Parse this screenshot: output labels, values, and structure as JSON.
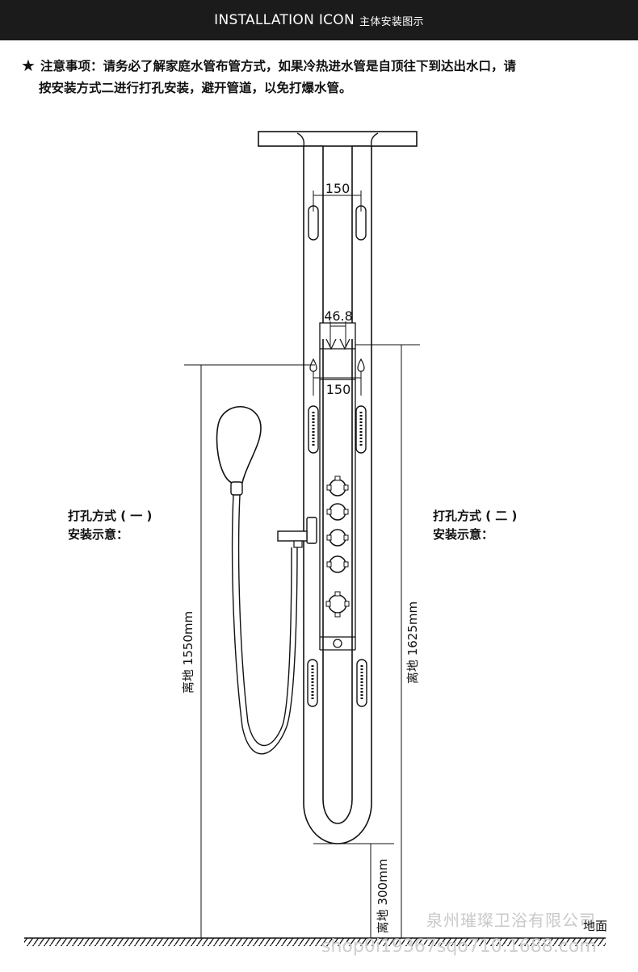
{
  "header": {
    "title_en": "INSTALLATION ICON",
    "title_cn": "主体安装图示"
  },
  "notice": {
    "star": "★",
    "line1": "注意事项：请务必了解家庭水管布管方式，如果冷热进水管是自顶往下到达出水口，请",
    "line2": "按安装方式二进行打孔安装，避开管道，以免打爆水管。"
  },
  "method_one": {
    "line1": "打孔方式 ( 一 )",
    "line2": "安装示意："
  },
  "method_two": {
    "line1": "打孔方式 ( 二 )",
    "line2": "安装示意："
  },
  "dimensions": {
    "top_width": "150",
    "inlet_gap": "46.8",
    "inlet_width": "150",
    "height_left": "离地 1550mm",
    "height_right": "离地 1625mm",
    "height_bottom": "离地 300mm"
  },
  "ground_label": "地面",
  "watermark": {
    "company": "泉州璀璨卫浴有限公司",
    "shop": "shop0i19367sqo710.1688.com"
  }
}
